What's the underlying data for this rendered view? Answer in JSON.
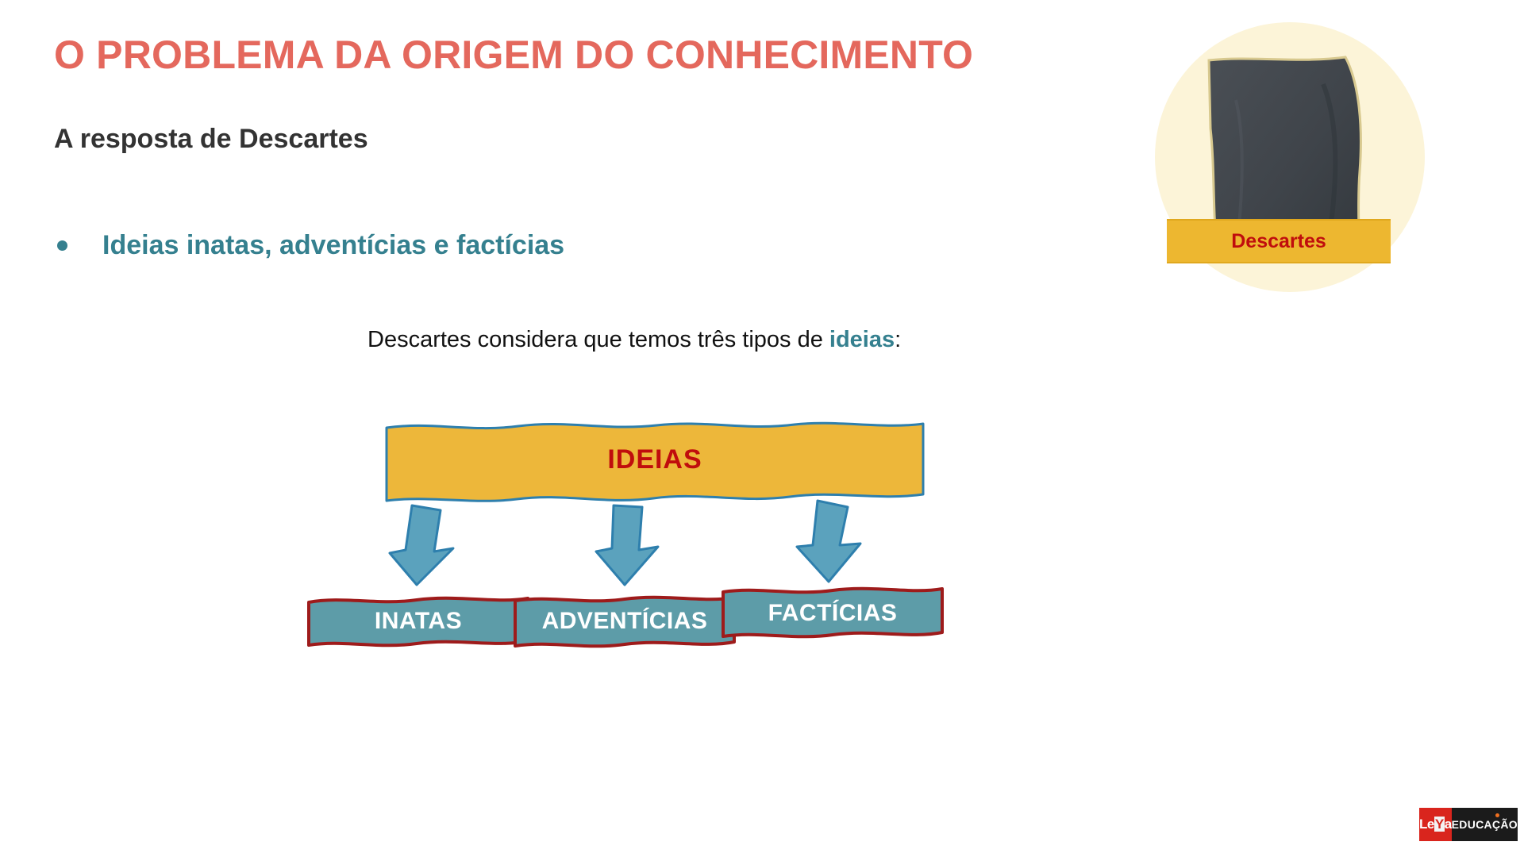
{
  "slide": {
    "title": "O PROBLEMA DA ORIGEM DO CONHECIMENTO",
    "subtitle": "A resposta de Descartes",
    "bullet": "Ideias inatas, adventícias e factícias",
    "intro": {
      "before": "Descartes considera que temos três tipos de ",
      "highlight": "ideias",
      "after": ":"
    }
  },
  "diagram": {
    "root": {
      "label": "IDEIAS",
      "fill": "#edb73a",
      "stroke": "#2e7fad",
      "text_color": "#c00d0d"
    },
    "arrows": [
      {
        "name": "arrow-to-inatas"
      },
      {
        "name": "arrow-to-adventicias"
      },
      {
        "name": "arrow-to-facticias"
      }
    ],
    "children": [
      {
        "label": "INATAS",
        "fill": "#5d9ca8",
        "stroke": "#9e1b1b",
        "text_color": "#ffffff"
      },
      {
        "label": "ADVENTÍCIAS",
        "fill": "#5d9ca8",
        "stroke": "#9e1b1b",
        "text_color": "#ffffff"
      },
      {
        "label": "FACTÍCIAS",
        "fill": "#5d9ca8",
        "stroke": "#9e1b1b",
        "text_color": "#ffffff"
      }
    ]
  },
  "figure": {
    "caption": "Descartes",
    "circle_color": "#fcf4d8",
    "banner_color": "#edb730",
    "caption_color": "#c00d0d"
  },
  "logo": {
    "mark_before": "Le",
    "mark_accent": "Y",
    "mark_after": "a",
    "word": "EDUCAÇÃO",
    "mark_color": "#d9251d",
    "word_bg": "#1b1b1b"
  },
  "colors": {
    "title": "#e4685d",
    "subtitle": "#333333",
    "accent_teal": "#35808f",
    "body_text": "#111111"
  }
}
